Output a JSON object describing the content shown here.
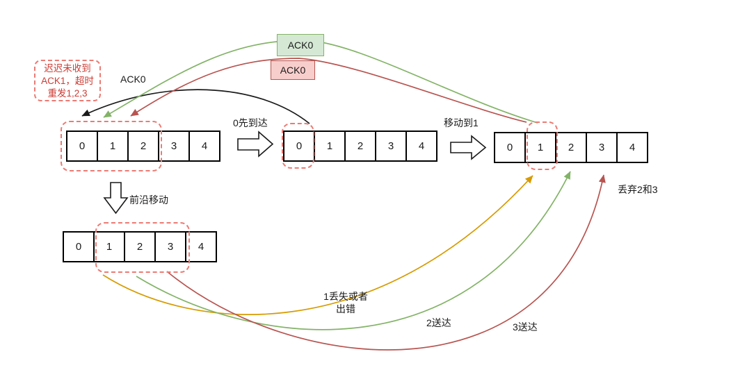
{
  "colors": {
    "green": "#82b366",
    "green-fill": "#d5e8d4",
    "red": "#b85450",
    "red-fill": "#f8cecc",
    "orange": "#d79b00",
    "dash-red": "#ec7a73",
    "red-text": "#cc3b33"
  },
  "ack_boxes": {
    "green_label": "ACK0",
    "red_label": "ACK0"
  },
  "note": {
    "line1": "迟迟未收到",
    "line2": "ACK1，超时",
    "line3": "重发1,2,3"
  },
  "labels": {
    "ack0_resend": "ACK0",
    "zero_arrives": "0先到达",
    "move_to_1": "移动到1",
    "front_move": "前沿移动",
    "lost_line1": "1丢失或者",
    "lost_line2": "出错",
    "deliver2": "2送达",
    "deliver3": "3送达",
    "discard": "丢弃2和3"
  },
  "rows": {
    "sender_before": [
      "0",
      "1",
      "2",
      "3",
      "4"
    ],
    "receiver": [
      "0",
      "1",
      "2",
      "3",
      "4"
    ],
    "receiver_moved": [
      "0",
      "1",
      "2",
      "3",
      "4"
    ],
    "sender_after": [
      "0",
      "1",
      "2",
      "3",
      "4"
    ]
  }
}
